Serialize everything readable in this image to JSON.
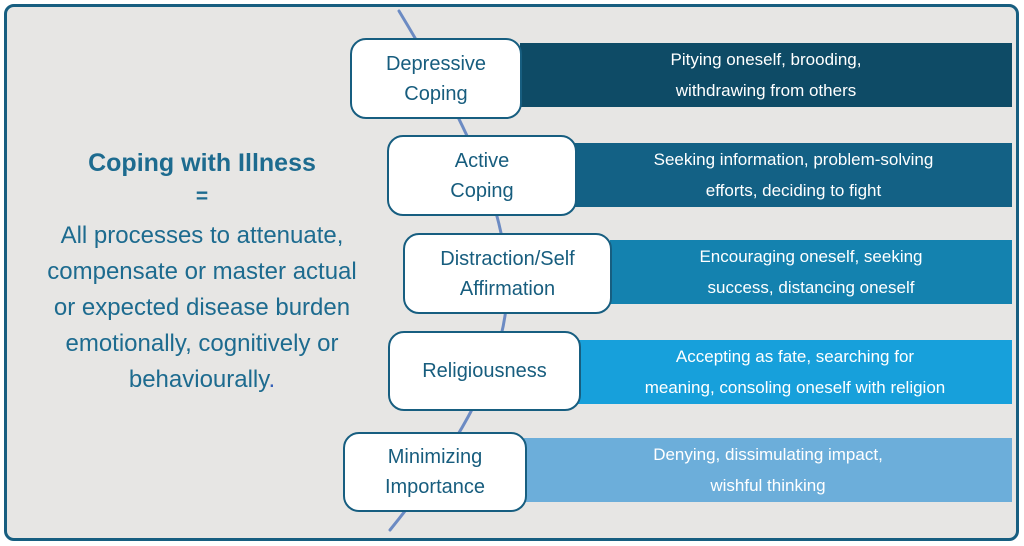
{
  "slide": {
    "background_color": "#E7E6E4",
    "frame_border_color": "#175E80",
    "connector_color": "#6C8BC3",
    "text_color": "#1D6B8F"
  },
  "left_panel": {
    "title": "Coping with Illness",
    "equals_sign": "=",
    "definition_lines": [
      "All processes to attenuate,",
      "compensate or master actual",
      "or expected disease burden",
      "emotionally, cognitively or",
      "behaviourally"
    ],
    "definition_period": "."
  },
  "rows": [
    {
      "label": "Depressive Coping",
      "label_lines": [
        "Depressive",
        "Coping"
      ],
      "desc_lines": [
        "Pitying oneself, brooding,",
        "withdrawing from others"
      ],
      "bar_color": "#0E4B66"
    },
    {
      "label": "Active Coping",
      "label_lines": [
        "Active",
        "Coping"
      ],
      "desc_lines": [
        "Seeking information, problem-solving",
        "efforts, deciding to fight"
      ],
      "bar_color": "#136185"
    },
    {
      "label": "Distraction/Self Affirmation",
      "label_lines": [
        "Distraction/Self",
        "Affirmation"
      ],
      "desc_lines": [
        "Encouraging oneself, seeking",
        "success, distancing oneself"
      ],
      "bar_color": "#1482AF"
    },
    {
      "label": "Religiousness",
      "label_lines": [
        "Religiousness"
      ],
      "desc_lines": [
        "Accepting as fate, searching for",
        "meaning, consoling oneself with religion"
      ],
      "bar_color": "#17A0DB"
    },
    {
      "label": "Minimizing Importance",
      "label_lines": [
        "Minimizing",
        "Importance"
      ],
      "desc_lines": [
        "Denying, dissimulating impact,",
        "wishful thinking"
      ],
      "bar_color": "#6CAEDA"
    }
  ]
}
